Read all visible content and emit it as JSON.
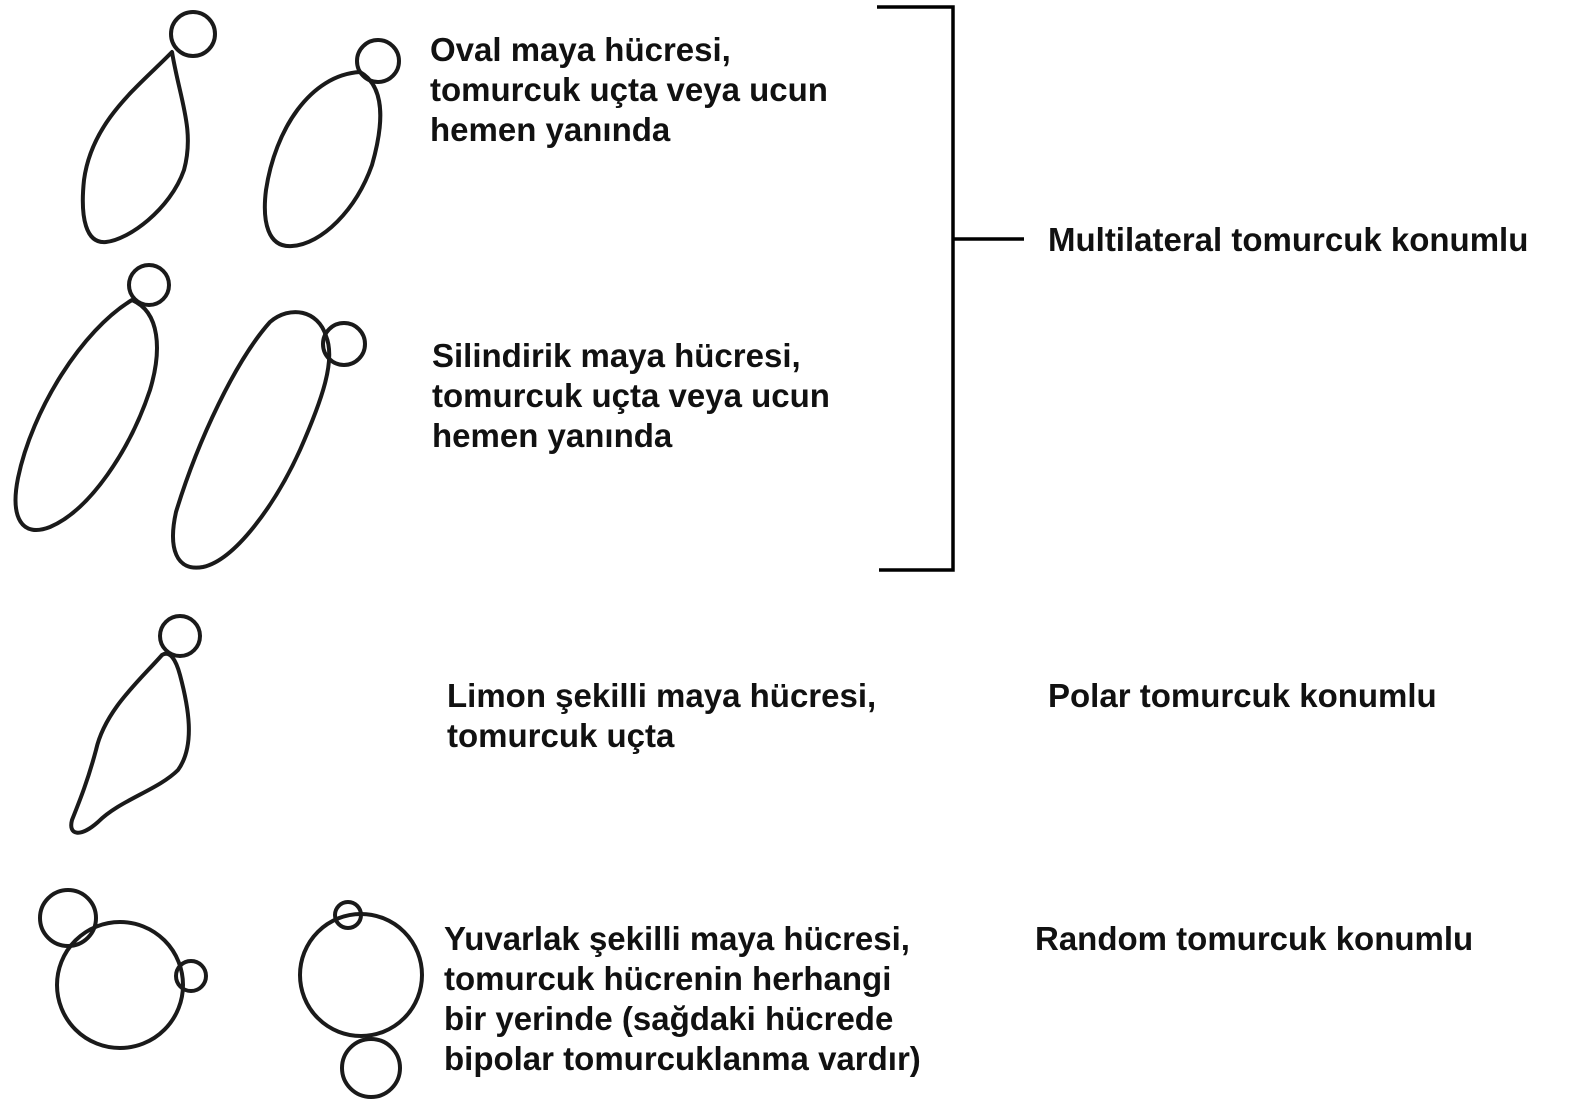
{
  "descriptions": {
    "oval": [
      "Oval maya hücresi,",
      "tomurcuk uçta veya ucun",
      "hemen yanında"
    ],
    "silindirik": [
      "Silindirik maya hücresi,",
      "tomurcuk uçta veya ucun",
      "hemen yanında"
    ],
    "limon": [
      "Limon şekilli maya hücresi,",
      "tomurcuk uçta"
    ],
    "yuvarlak": [
      "Yuvarlak şekilli maya hücresi,",
      "tomurcuk hücrenin herhangi",
      "bir yerinde (sağdaki hücrede",
      "bipolar tomurcuklanma vardır)"
    ]
  },
  "categories": {
    "multilateral": "Multilateral tomurcuk konumlu",
    "polar": "Polar tomurcuk konumlu",
    "random": "Random tomurcuk konumlu"
  },
  "colors": {
    "stroke": "#1a1a1a",
    "text": "#111111",
    "background": "#ffffff"
  }
}
